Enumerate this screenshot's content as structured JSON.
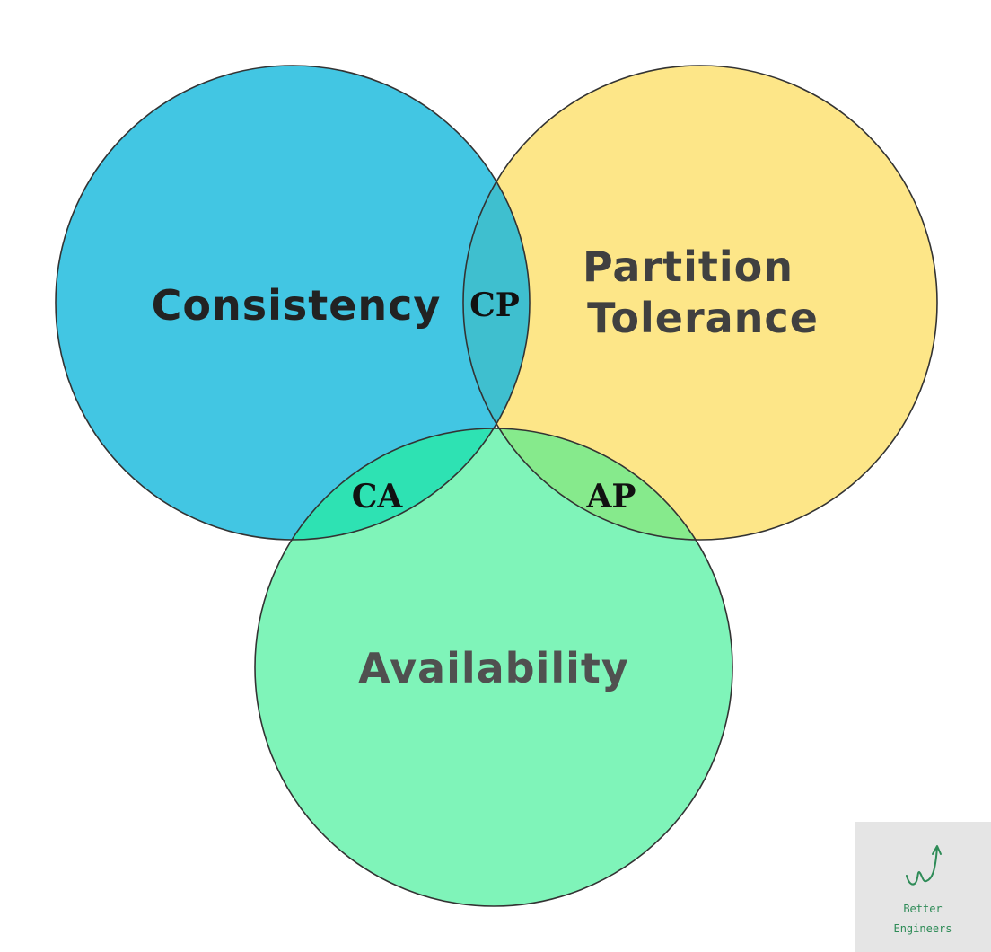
{
  "sets": [
    {
      "id": "consistency",
      "lines": [
        "Consistency"
      ],
      "fill": "#42c6e3",
      "text_color": "#222222"
    },
    {
      "id": "partition",
      "lines": [
        "Partition",
        "Tolerance"
      ],
      "fill": "#fde688",
      "text_color": "#404040"
    },
    {
      "id": "availability",
      "lines": [
        "Availability"
      ],
      "fill": "#7ff4b9",
      "text_color": "#505050"
    }
  ],
  "regions": [
    {
      "id": "cp",
      "label": "CP",
      "fill": "#3fbfcf"
    },
    {
      "id": "ca",
      "label": "CA",
      "fill": "#2ee2b3"
    },
    {
      "id": "ap",
      "label": "AP",
      "fill": "#86ea8c"
    }
  ],
  "region_text_color": "#111111",
  "outline_color": "#333333",
  "logo": {
    "lines": [
      "Better",
      "Engineers"
    ],
    "icon": "rising-arrow-icon",
    "color": "#2e8b57"
  }
}
